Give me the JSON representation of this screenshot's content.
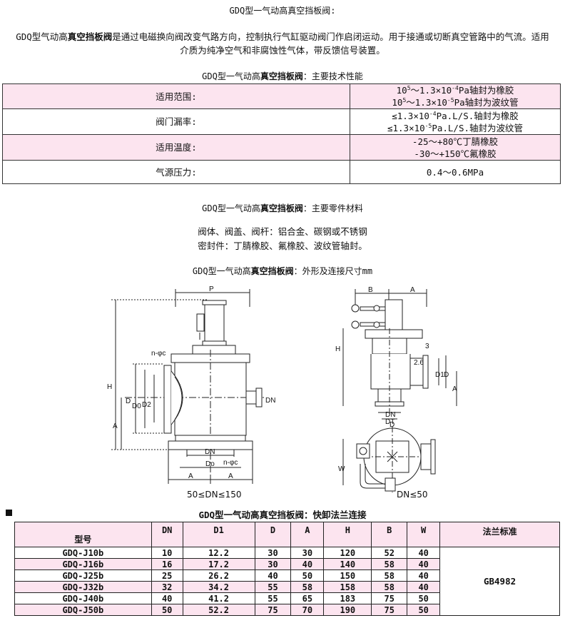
{
  "title_main": "GDQ型一气动高真空挡板阀:",
  "intro": {
    "p1": "GDQ型气动高",
    "bold": "真空挡板阀",
    "p2": "是通过电磁换向阀改变气路方向，控制执行气缸驱动阀门作启闭运动。用于接通或切断真空管路中的气流。适用",
    "line2": "介质为纯净空气和非腐蚀性气体，带反馈信号装置。"
  },
  "spec_title": {
    "a": "GDQ型一气动高",
    "b": "真空挡板阀",
    "c": "：主要技术性能"
  },
  "spec": {
    "r1_label": "适用范围:",
    "r1_v1_a": "10",
    "r1_v1_sup1": "5",
    "r1_v1_b": "～1.3×10",
    "r1_v1_sup2": "-4",
    "r1_v1_c": "Pa轴封为橡胶",
    "r1_v2_a": "10",
    "r1_v2_sup1": "5",
    "r1_v2_b": "～1.3×10",
    "r1_v2_sup2": "-5",
    "r1_v2_c": "Pa轴封为波纹管",
    "r2_label": "阀门漏率:",
    "r2_v1_a": "≤1.3×10",
    "r2_v1_sup": "-4",
    "r2_v1_b": "Pa.L/S.轴封为橡胶",
    "r2_v2_a": "≤1.3×10",
    "r2_v2_sup": "-5",
    "r2_v2_b": "Pa.L/S.轴封为波纹管",
    "r3_label": "适用温度:",
    "r3_v1": "-25～+80℃丁腈橡胶",
    "r3_v2": "-30～+150℃氟橡胶",
    "r4_label": "气源压力:",
    "r4_v": "0.4～0.6MPa"
  },
  "materials_title": {
    "a": "GDQ型一气动高",
    "b": "真空挡板阀",
    "c": "：主要零件材料"
  },
  "materials": {
    "line1": "阀体、阀盖、阀杆：铝合金、碳钢或不锈钢",
    "line2": "密封件：丁腈橡胶、氟橡胶、波纹管轴封。"
  },
  "dims_title": {
    "a": "GDQ型一气动高",
    "b": "真空挡板阀",
    "c": "：外形及连接尺寸mm"
  },
  "diagram": {
    "left_caption": "50≤DN≤150",
    "right_caption": "DN≤50",
    "labels": {
      "P": "P",
      "H": "H",
      "A": "A",
      "D": "D",
      "D0": "D0",
      "D2": "D2",
      "nphic": "n-φc",
      "DN": "DN",
      "Do": "Do",
      "DNsmall": "DN",
      "B": "B",
      "D1": "D1",
      "DT": "DT",
      "W": "W",
      "three": "3",
      "twosix": "2.6"
    }
  },
  "table_title": {
    "a": "GDQ型一气动高",
    "b": "真空挡板阀",
    "c": "：快卸法兰连接"
  },
  "table": {
    "headers": [
      "型号",
      "DN",
      "D1",
      "D",
      "A",
      "H",
      "B",
      "W",
      "法兰标准"
    ],
    "rows": [
      [
        "GDQ-J10b",
        "10",
        "12.2",
        "30",
        "30",
        "120",
        "52",
        "40"
      ],
      [
        "GDQ-J16b",
        "16",
        "17.2",
        "30",
        "40",
        "140",
        "58",
        "40"
      ],
      [
        "GDQ-J25b",
        "25",
        "26.2",
        "40",
        "50",
        "150",
        "58",
        "40"
      ],
      [
        "GDQ-J32b",
        "32",
        "34.2",
        "55",
        "58",
        "158",
        "58",
        "40"
      ],
      [
        "GDQ-J40b",
        "40",
        "41.2",
        "55",
        "65",
        "183",
        "75",
        "50"
      ],
      [
        "GDQ-J50b",
        "50",
        "52.2",
        "75",
        "70",
        "190",
        "75",
        "50"
      ]
    ],
    "standard": "GB4982"
  }
}
